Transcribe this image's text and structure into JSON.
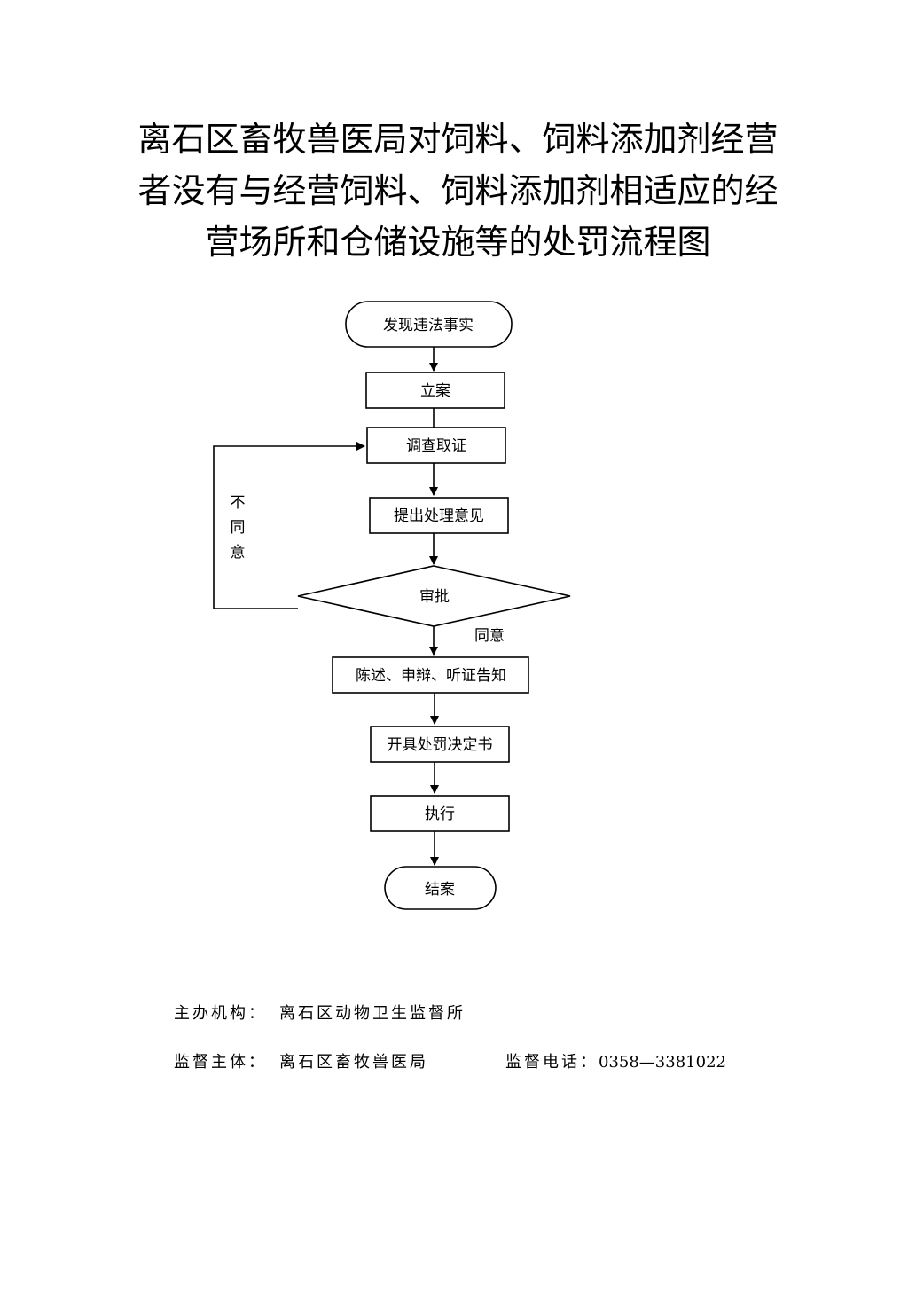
{
  "title": {
    "line1": "离石区畜牧兽医局对饲料、饲料添加剂经营",
    "line2": "者没有与经营饲料、饲料添加剂相适应的经",
    "line3": "营场所和仓储设施等的处罚流程图"
  },
  "flow": {
    "start": "发现违法事实",
    "file_case": "立案",
    "investigate": "调查取证",
    "propose": "提出处理意见",
    "approve": "审批",
    "disagree": [
      "不",
      "同",
      "意"
    ],
    "agree": "同意",
    "notify": "陈述、申辩、听证告知",
    "decision": "开具处罚决定书",
    "execute": "执行",
    "close_case": "结案"
  },
  "footer": {
    "host_label": "主办机构：",
    "host_value": "离石区动物卫生监督所",
    "supervisor_label": "监督主体：",
    "supervisor_value": "离石区畜牧兽医局",
    "phone_label": "监督电话：",
    "phone_value": "0358—3381022"
  }
}
